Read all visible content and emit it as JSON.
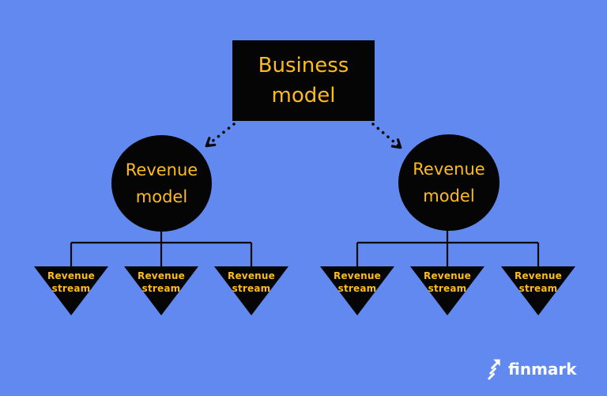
{
  "colors": {
    "background": "#6189F0",
    "node_fill": "#050505",
    "node_text": "#FCBD1C",
    "connector": "#0A0A0A",
    "logo_text": "#FFFFFF"
  },
  "diagram": {
    "root_node": {
      "line1": "Business",
      "line2": "model"
    },
    "branches": [
      {
        "model_node": {
          "line1": "Revenue",
          "line2": "model"
        },
        "streams": [
          {
            "line1": "Revenue",
            "line2": "stream"
          },
          {
            "line1": "Revenue",
            "line2": "stream"
          },
          {
            "line1": "Revenue",
            "line2": "stream"
          }
        ]
      },
      {
        "model_node": {
          "line1": "Revenue",
          "line2": "model"
        },
        "streams": [
          {
            "line1": "Revenue",
            "line2": "stream"
          },
          {
            "line1": "Revenue",
            "line2": "stream"
          },
          {
            "line1": "Revenue",
            "line2": "stream"
          }
        ]
      }
    ]
  },
  "logo": {
    "label": "finmark",
    "icon": "growth-arrow-icon"
  }
}
